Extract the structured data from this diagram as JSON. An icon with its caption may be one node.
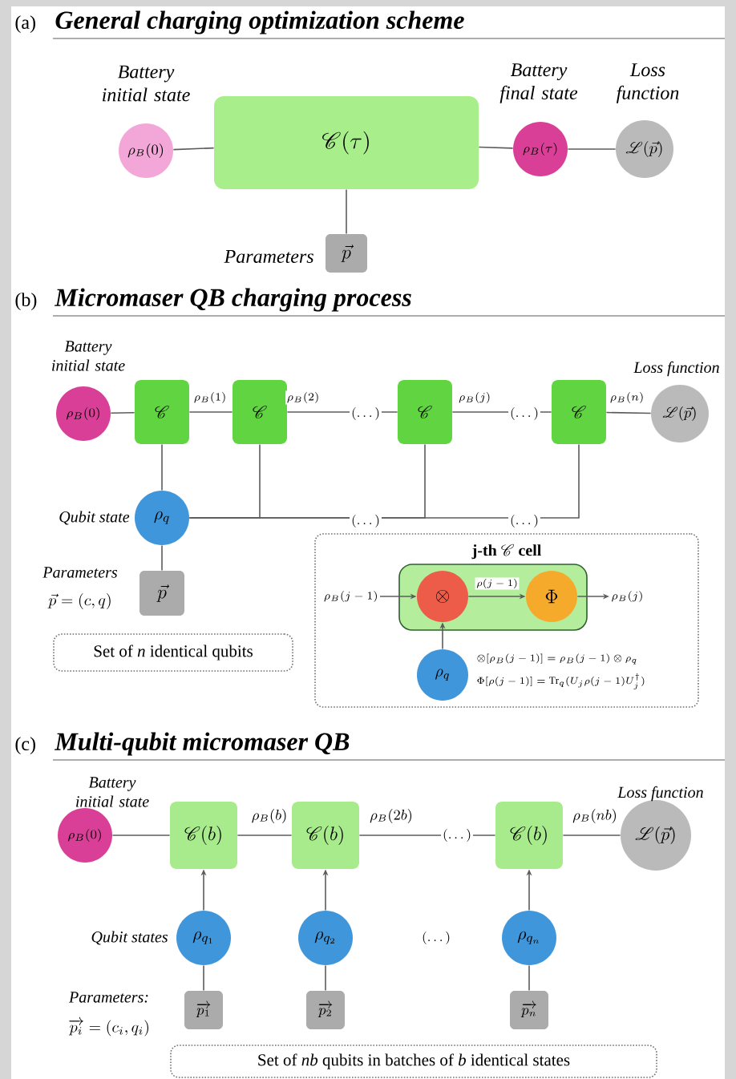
{
  "diagram": {
    "nodes": [
      {
        "text": [
          "\\rho_B(0)"
        ],
        "beside": [
          "Battery initial state"
        ]
      },
      {
        "text": [
          "\\mathscr{C}(\\tau)"
        ]
      },
      {
        "text": [
          "\\rho_B(\\tau)"
        ],
        "beside": [
          "Battery final state"
        ]
      },
      {
        "text": [
          "\\mathscr{L}(\\vec{p})"
        ],
        "beside": [
          "Loss function"
        ]
      },
      {
        "text": [
          "\\vec{p}"
        ],
        "beside": [
          "Parameters"
        ]
      },
      {
        "text": [
          "\\rho_B(0)"
        ],
        "beside": [
          "Battery initial state"
        ]
      },
      {
        "text": [
          "\\mathscr{C}"
        ]
      },
      {
        "text": [
          "\\mathscr{C}"
        ]
      },
      {
        "text": [
          "\\mathscr{C}"
        ]
      },
      {
        "text": [
          "\\mathscr{C}"
        ]
      },
      {
        "text": [
          "\\mathscr{L}(\\vec{p})"
        ],
        "beside": [
          "Loss function"
        ]
      },
      {
        "text": [
          "\\rho_q"
        ],
        "beside": [
          "Qubit state"
        ]
      },
      {
        "text": [
          "\\vec{p}"
        ],
        "beside": [
          "Parameters",
          "\\vec{p}=(c,q)"
        ]
      },
      {
        "text": [
          "Set of *n* identical qubits"
        ]
      },
      {
        "text": [
          "\\textbf{j-th }\\mathscr{C}\\textbf{ cell}"
        ]
      },
      {
        "text": [],
        "shape": "box",
        "in": 14
      },
      {
        "text": [
          "\\otimes"
        ],
        "in": 15
      },
      {
        "text": [
          "\\Phi"
        ],
        "in": 15
      },
      {
        "text": [
          "\\rho_B(j-1)"
        ],
        "in": 14
      },
      {
        "text": [
          "\\rho_B(j)"
        ],
        "in": 14
      },
      {
        "text": [
          "\\rho_q"
        ],
        "in": 14
      },
      {
        "text": [
          "\\rho_B(0)"
        ],
        "beside": [
          "Battery initial state"
        ]
      },
      {
        "text": [
          "\\mathscr{C}(b)"
        ]
      },
      {
        "text": [
          "\\mathscr{C}(b)"
        ]
      },
      {
        "text": [
          "\\mathscr{C}(b)"
        ]
      },
      {
        "text": [
          "\\mathscr{L}(\\vec{p})"
        ],
        "beside": [
          "Loss function"
        ]
      },
      {
        "text": [
          "\\rho_{q_1}"
        ],
        "beside": [
          "Qubit states"
        ]
      },
      {
        "text": [
          "\\rho_{q_2}"
        ]
      },
      {
        "text": [
          "\\rho_{q_n}"
        ]
      },
      {
        "text": [
          "\\overrightarrow{p_1}"
        ],
        "beside": [
          "Parameters:",
          "\\overrightarrow{p_i}=(c_i,q_i)"
        ]
      },
      {
        "text": [
          "\\overrightarrow{p_2}"
        ]
      },
      {
        "text": [
          "\\overrightarrow{p_n}"
        ]
      },
      {
        "text": [
          "Set of *nb* qubits in batches of *b* identical states"
        ]
      }
    ],
    "edges": [
      {
        "from": 0,
        "to": 1,
        "arrow": "none"
      },
      {
        "from": 1,
        "to": 2,
        "arrow": "none"
      },
      {
        "from": 2,
        "to": 3,
        "arrow": "none"
      },
      {
        "from": 1,
        "to": 4,
        "arrow": "none"
      },
      {
        "from": 5,
        "to": 6,
        "arrow": "none"
      },
      {
        "from": 6,
        "to": 7,
        "arrow": "none",
        "label": "\\rho_B(1)"
      },
      {
        "from": 7,
        "to": 8,
        "arrow": "none",
        "label": "\\rho_B(2)"
      },
      {
        "from": 8,
        "to": 9,
        "arrow": "none",
        "label": "\\rho_B(j)"
      },
      {
        "from": 9,
        "to": 10,
        "arrow": "none",
        "label": "\\rho_B(n)"
      },
      {
        "from": 11,
        "to": 6,
        "arrow": "none"
      },
      {
        "from": 11,
        "to": 7,
        "arrow": "none"
      },
      {
        "from": 11,
        "to": 8,
        "arrow": "none"
      },
      {
        "from": 11,
        "to": 9,
        "arrow": "none"
      },
      {
        "from": 11,
        "to": 12,
        "arrow": "none"
      },
      {
        "from": 18,
        "to": 16,
        "arrow": "to"
      },
      {
        "from": 16,
        "to": 17,
        "arrow": "to",
        "label": "\\rho(j-1)"
      },
      {
        "from": 17,
        "to": 19,
        "arrow": "to"
      },
      {
        "from": 20,
        "to": 16,
        "arrow": "to"
      },
      {
        "from": 21,
        "to": 22,
        "arrow": "none"
      },
      {
        "from": 22,
        "to": 23,
        "arrow": "none",
        "label": "\\rho_B(b)"
      },
      {
        "from": 23,
        "to": 24,
        "arrow": "none",
        "label": "\\rho_B(2b)"
      },
      {
        "from": 24,
        "to": 25,
        "arrow": "none",
        "label": "\\rho_B(nb)"
      },
      {
        "from": 26,
        "to": 22,
        "arrow": "to"
      },
      {
        "from": 27,
        "to": 23,
        "arrow": "to"
      },
      {
        "from": 28,
        "to": 24,
        "arrow": "to"
      },
      {
        "from": 29,
        "to": 26,
        "arrow": "none"
      },
      {
        "from": 30,
        "to": 27,
        "arrow": "none"
      },
      {
        "from": 31,
        "to": 28,
        "arrow": "none"
      }
    ],
    "labels": [
      "(a)",
      "General charging optimization scheme",
      "(b)",
      "Micromaser QB charging process",
      "(\\dots)",
      "(\\dots)",
      "(\\dots)",
      "(\\dots)",
      "\\otimes[\\rho_B(j-1)]=\\rho_B(j-1)\\otimes\\rho_q",
      "\\Phi[\\rho(j-1)]=\\mathrm{Tr}_q(U_j\\rho(j-1)U_j^\\dagger)",
      "(c)",
      "Multi-qubit micromaser QB",
      "(\\dots)",
      "(\\dots)"
    ]
  }
}
